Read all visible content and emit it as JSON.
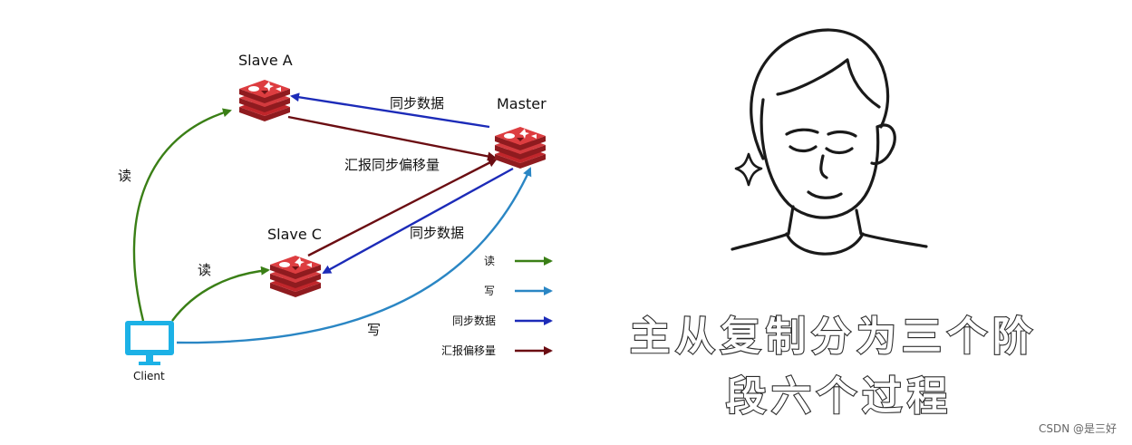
{
  "diagram": {
    "nodes": {
      "slave_a": "Slave A",
      "slave_c": "Slave C",
      "master": "Master",
      "client": "Client"
    },
    "edges": {
      "sync_to_a": "同步数据",
      "report_offset": "汇报同步偏移量",
      "sync_to_c": "同步数据",
      "read_a": "读",
      "read_c": "读",
      "write": "写"
    },
    "legend": [
      {
        "label": "读",
        "color": "#3a7f16"
      },
      {
        "label": "写",
        "color": "#2a86c4"
      },
      {
        "label": "同步数据",
        "color": "#1c2bb8"
      },
      {
        "label": "汇报偏移量",
        "color": "#6b0d12"
      }
    ]
  },
  "caption": {
    "line1": "主从复制分为三个阶",
    "line2": "段六个过程"
  },
  "watermark": "CSDN @是三好",
  "colors": {
    "read": "#3a7f16",
    "write": "#2a86c4",
    "sync": "#1c2bb8",
    "report": "#6b0d12",
    "redis": "#c0262b",
    "client": "#1cb1e6"
  },
  "icons": {
    "redis": "redis-logo-icon",
    "client": "monitor-icon",
    "person": "person-illustration",
    "sparkle": "sparkle-icon"
  }
}
